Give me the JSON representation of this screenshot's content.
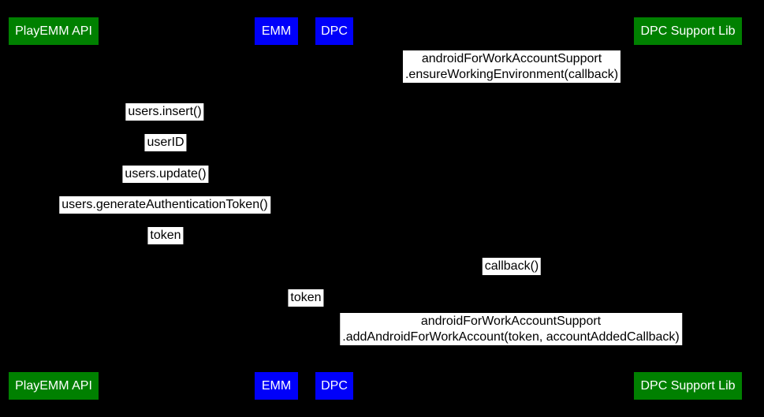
{
  "diagram": {
    "type": "sequence-diagram",
    "background_color": "#000000",
    "colors": {
      "api_participant_fill": "#008000",
      "component_participant_fill": "#0000fa",
      "participant_text": "#ffffff",
      "message_label_bg": "#ffffff",
      "message_label_text": "#000000"
    },
    "participants": [
      {
        "label": "PlayEMM API",
        "color": "#008000"
      },
      {
        "label": "EMM",
        "color": "#0000fa"
      },
      {
        "label": "DPC",
        "color": "#0000fa"
      },
      {
        "label": "DPC Support Lib",
        "color": "#008000"
      }
    ],
    "messages": [
      {
        "lines": [
          "androidForWorkAccountSupport",
          ".ensureWorkingEnvironment(callback)"
        ]
      },
      {
        "lines": [
          "users.insert()"
        ]
      },
      {
        "lines": [
          "userID"
        ]
      },
      {
        "lines": [
          "users.update()"
        ]
      },
      {
        "lines": [
          "users.generateAuthenticationToken()"
        ]
      },
      {
        "lines": [
          "token"
        ]
      },
      {
        "lines": [
          "callback()"
        ]
      },
      {
        "lines": [
          "token"
        ]
      },
      {
        "lines": [
          "androidForWorkAccountSupport",
          ".addAndroidForWorkAccount(token, accountAddedCallback)"
        ]
      }
    ]
  }
}
